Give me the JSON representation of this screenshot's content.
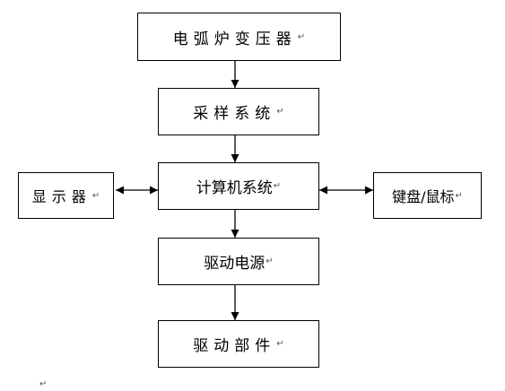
{
  "diagram": {
    "nodes": {
      "transformer": "电弧炉变压器",
      "sampling": "采样系统",
      "computer": "计算机系统",
      "display": "显示器",
      "keyboard": "键盘/鼠标",
      "power": "驱动电源",
      "drive": "驱动部件"
    },
    "edges": [
      {
        "from": "transformer",
        "to": "sampling",
        "type": "directed"
      },
      {
        "from": "sampling",
        "to": "computer",
        "type": "directed"
      },
      {
        "from": "computer",
        "to": "display",
        "type": "bidirectional"
      },
      {
        "from": "computer",
        "to": "keyboard",
        "type": "bidirectional"
      },
      {
        "from": "computer",
        "to": "power",
        "type": "directed"
      },
      {
        "from": "power",
        "to": "drive",
        "type": "directed"
      }
    ],
    "paragraph_mark": "↵"
  }
}
